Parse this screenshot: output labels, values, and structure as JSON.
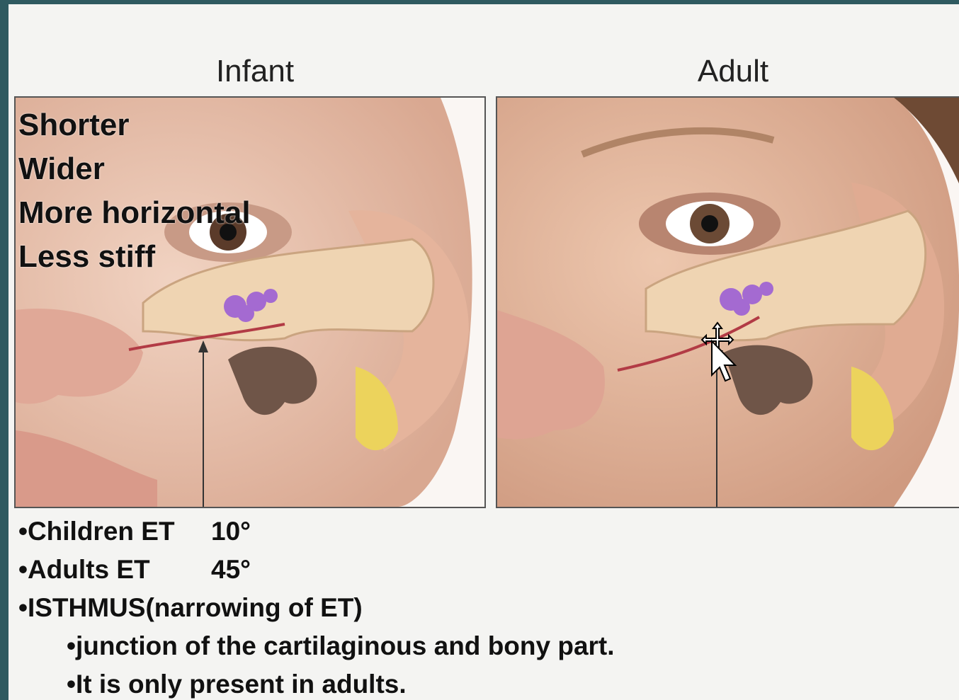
{
  "titles": {
    "infant": "Infant",
    "adult": "Adult"
  },
  "infant_traits": [
    "Shorter",
    "Wider",
    "More horizontal",
    "Less stiff"
  ],
  "bullets": [
    {
      "label": "•Children ET",
      "value": "10°"
    },
    {
      "label": "•Adults ET",
      "value": "45°"
    },
    {
      "label": "•ISTHMUS(narrowing of ET)",
      "value": ""
    }
  ],
  "sub_bullets": [
    "•junction of the cartilaginous and bony part.",
    "•It is only present in adults."
  ]
}
